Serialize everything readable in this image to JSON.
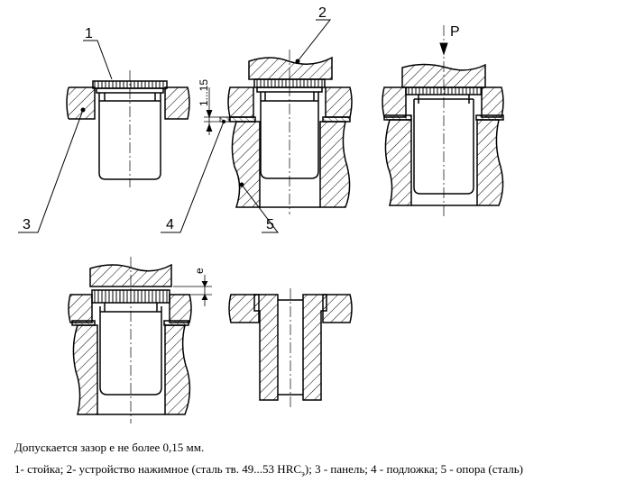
{
  "labels": {
    "l1": "1",
    "l2": "2",
    "l3": "3",
    "l4": "4",
    "l5": "5",
    "force": "P",
    "dim_range": "1...15",
    "dim_gap": "e"
  },
  "caption": {
    "line1": "Допускается зазор е не более 0,15 мм.",
    "line2_part1": "1- стойка; 2- устройство нажимное (сталь тв. 49...53 HRC",
    "line2_sub": "э",
    "line2_part2": "); 3 - панель; 4 - подложка; 5 - опора (сталь)"
  }
}
